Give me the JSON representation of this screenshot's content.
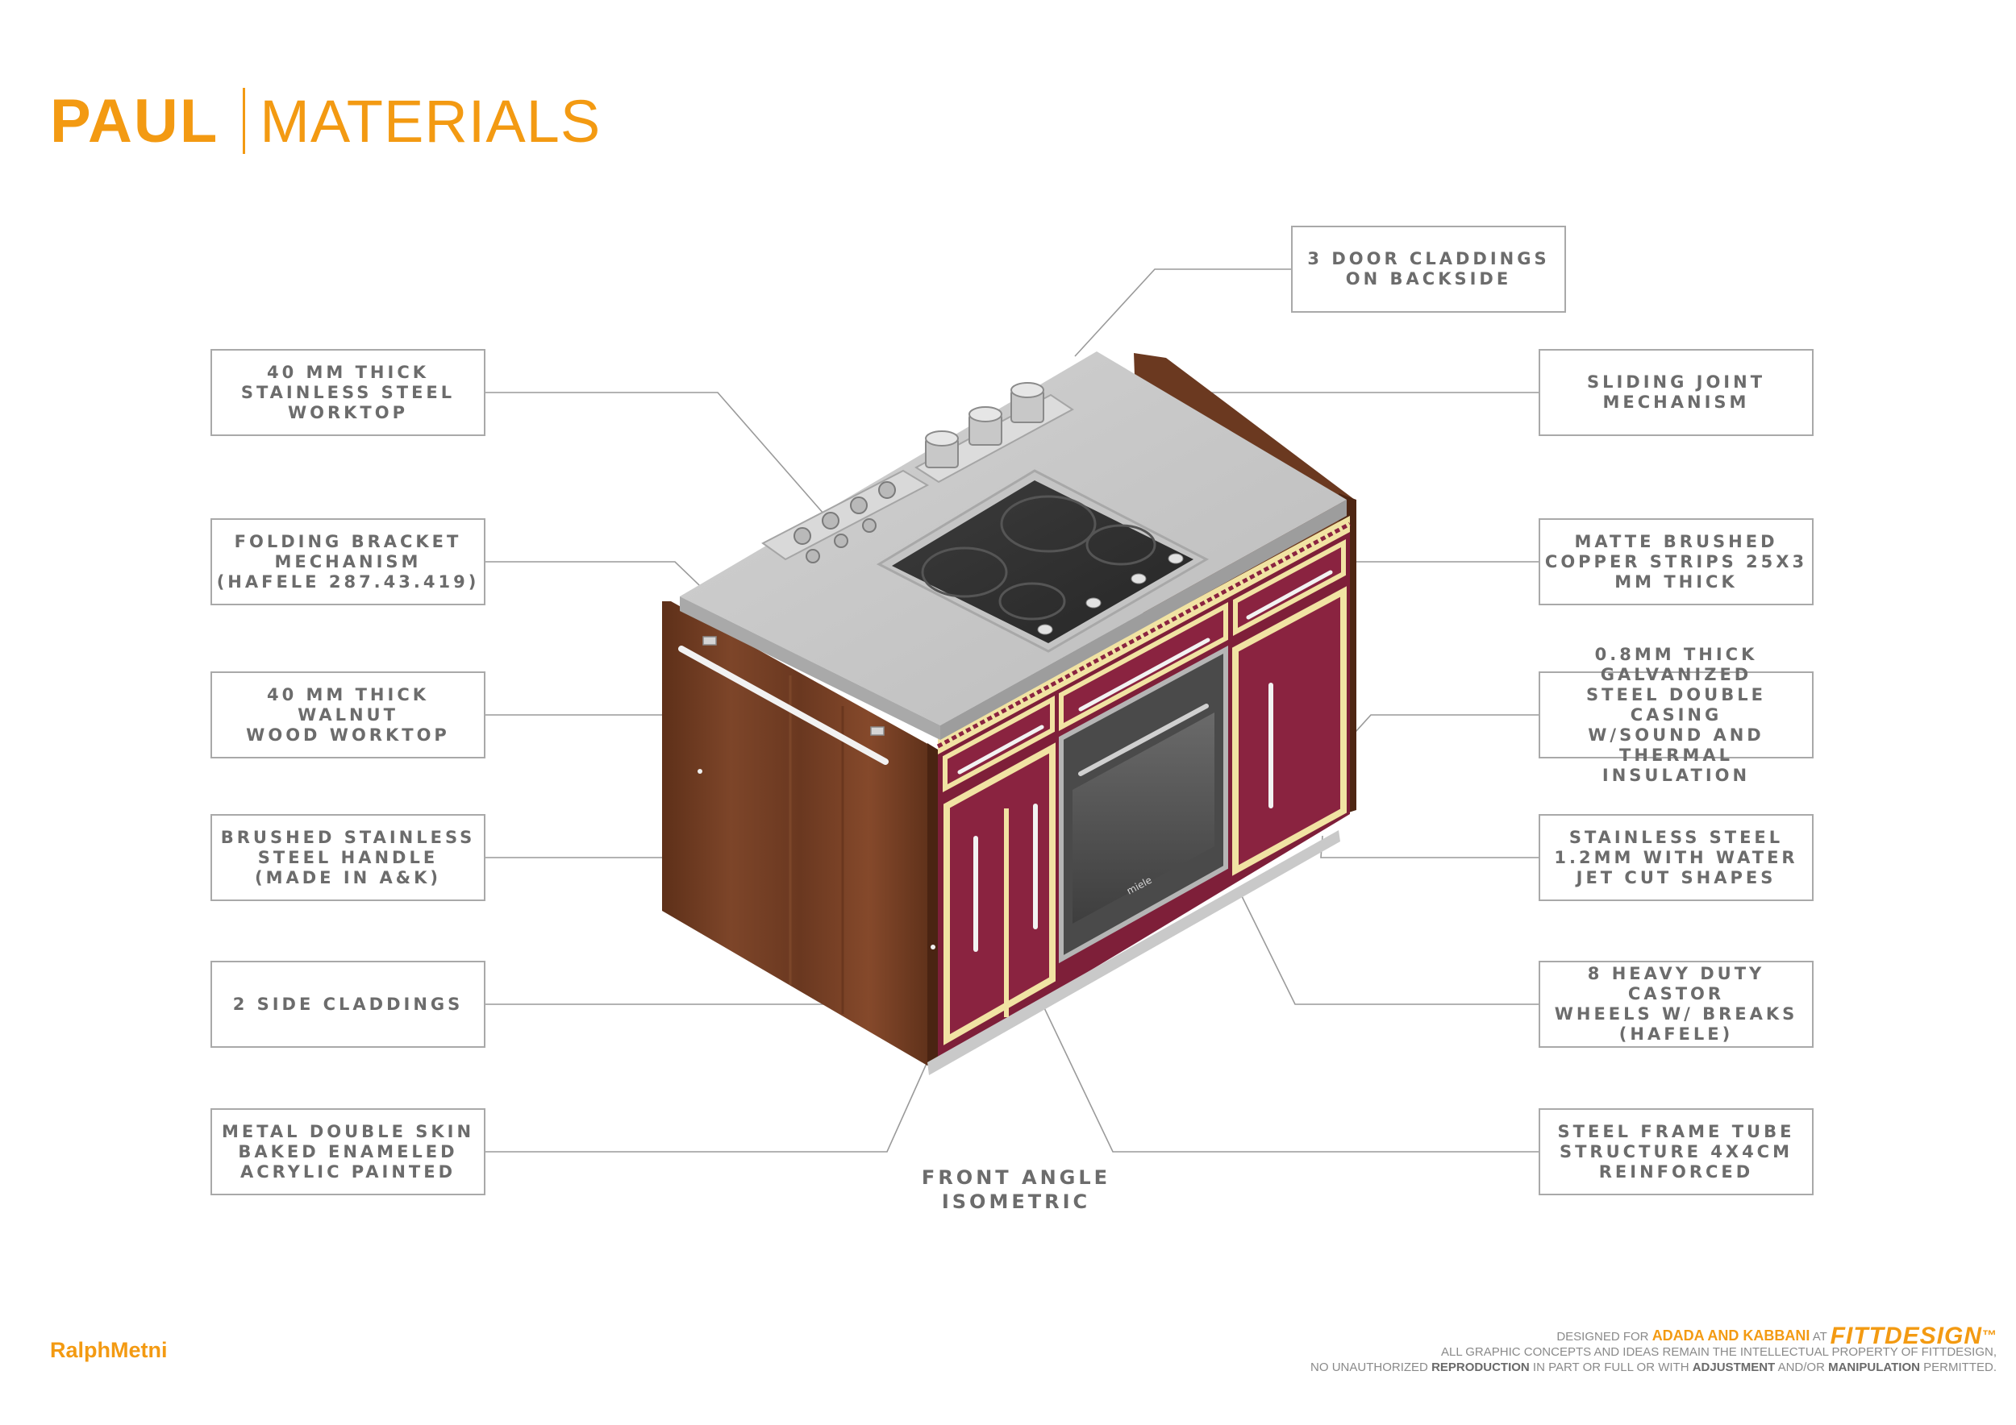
{
  "header": {
    "title_bold": "PAUL",
    "title_light": "MATERIALS"
  },
  "labels": {
    "door_claddings": "3 DOOR CLADDINGS\nON BACKSIDE",
    "steel_worktop": "40 MM THICK\nSTAINLESS STEEL\nWORKTOP",
    "sliding_joint": "SLIDING JOINT\nMECHANISM",
    "folding_bracket": "FOLDING BRACKET\nMECHANISM\n(HAFELE 287.43.419)",
    "copper_strips": "MATTE BRUSHED\nCOPPER STRIPS 25X3\nMM THICK",
    "walnut_worktop": "40 MM THICK WALNUT\nWOOD WORKTOP",
    "galvanized_casing": "0.8MM THICK GALVANIZED\nSTEEL DOUBLE CASING\nW/SOUND AND THERMAL\nINSULATION",
    "steel_handle": "BRUSHED STAINLESS\nSTEEL HANDLE\n(MADE IN A&K)",
    "water_jet_steel": "STAINLESS STEEL\n1.2MM WITH WATER\nJET CUT SHAPES",
    "side_claddings": "2 SIDE CLADDINGS",
    "castor_wheels": "8 HEAVY DUTY CASTOR\nWHEELS W/ BREAKS\n(HAFELE)",
    "double_skin": "METAL DOUBLE SKIN\nBAKED ENAMELED\nACRYLIC PAINTED",
    "steel_frame": "STEEL FRAME TUBE\nSTRUCTURE 4X4CM\nREINFORCED"
  },
  "caption": "FRONT ANGLE\nISOMETRIC",
  "oven_brand": "miele",
  "author": "RalphMetni",
  "footer": {
    "designed_for": "DESIGNED FOR",
    "client": "ADADA AND KABBANI",
    "at": "AT",
    "brand": "FITTDESIGN",
    "tm": "™",
    "line2": "ALL GRAPHIC CONCEPTS AND IDEAS REMAIN THE INTELLECTUAL PROPERTY OF FITTDESIGN,",
    "line3_a": "NO UNAUTHORIZED",
    "line3_b": "REPRODUCTION",
    "line3_c": "IN PART OR FULL OR WITH",
    "line3_d": "ADJUSTMENT",
    "line3_e": "AND/OR",
    "line3_f": "MANIPULATION",
    "line3_g": "PERMITTED."
  },
  "colors": {
    "accent": "#f39a12",
    "label_text": "#6c6c6c",
    "label_border": "#a9a9a9",
    "walnut": "#6e3b22",
    "burgundy": "#8a2340",
    "brass_trim": "#f1e3a3",
    "steel_top": "#c6c6c6"
  }
}
